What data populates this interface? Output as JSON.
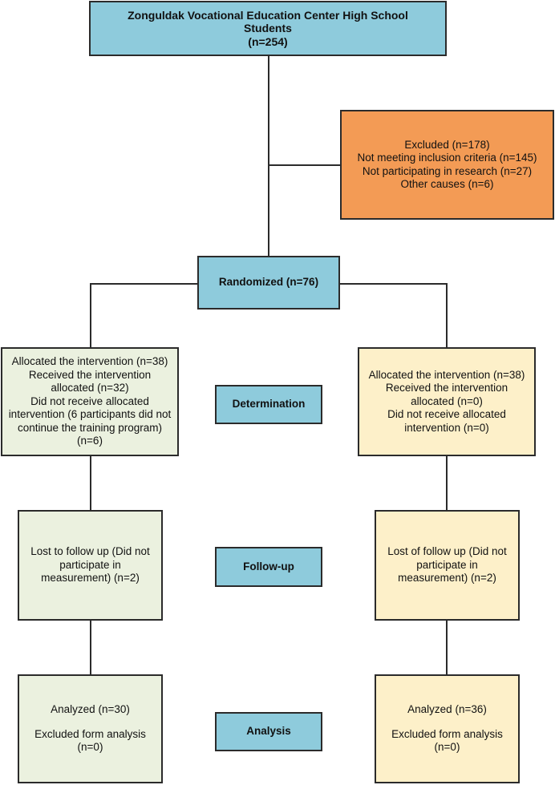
{
  "top": {
    "title_line1": "Zonguldak Vocational Education Center High School",
    "title_line2": "Students",
    "count": "(n=254)"
  },
  "excluded": {
    "lines": [
      "Excluded (n=178)",
      "Not meeting inclusion criteria (n=145)",
      "Not participating in research (n=27)",
      "Other causes (n=6)"
    ]
  },
  "randomized": {
    "label": "Randomized (n=76)"
  },
  "stages": {
    "determination": "Determination",
    "follow_up": "Follow-up",
    "analysis": "Analysis"
  },
  "left": {
    "allocation": [
      "Allocated the intervention  (n=38)",
      "Received the intervention",
      "allocated  (n=32)",
      "Did not receive allocated",
      "intervention (6 participants did not",
      "continue the training program)",
      "(n=6)"
    ],
    "follow_up": [
      "Lost to follow up (Did not",
      "participate in",
      "measurement) (n=2)"
    ],
    "analysis": {
      "analyzed": "Analyzed (n=30)",
      "excluded_line1": "Excluded form analysis",
      "excluded_line2": "(n=0)"
    }
  },
  "right": {
    "allocation": [
      "Allocated the intervention  (n=38)",
      "Received the intervention",
      "allocated (n=0)",
      "Did not receive allocated",
      "intervention (n=0)"
    ],
    "follow_up": [
      "Lost of follow up (Did not",
      "participate in",
      "measurement) (n=2)"
    ],
    "analysis": {
      "analyzed": "Analyzed (n=36)",
      "excluded_line1": "Excluded form analysis",
      "excluded_line2": "(n=0)"
    }
  },
  "colors": {
    "blue": "#8ecbdc",
    "orange": "#f39b55",
    "green": "#ebf1df",
    "cream": "#fdf0c9"
  }
}
